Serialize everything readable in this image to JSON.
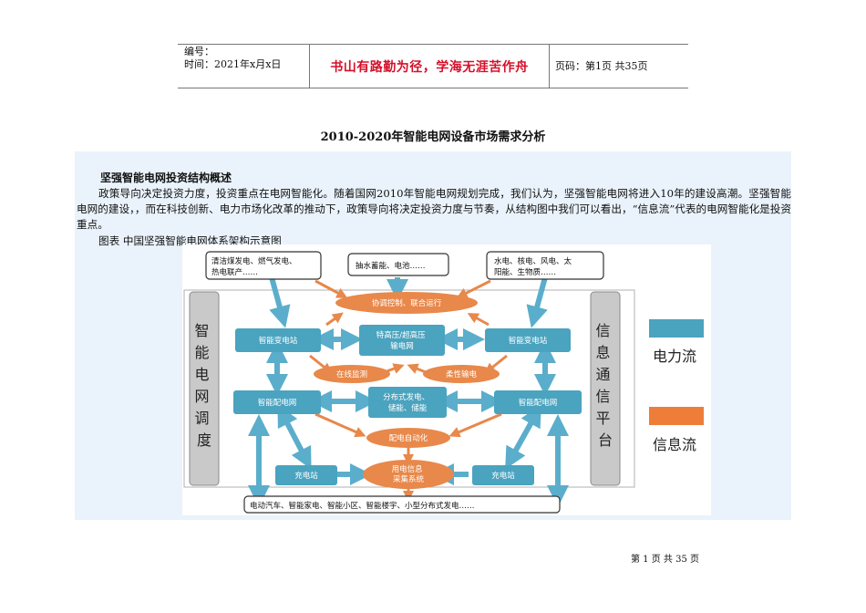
{
  "header": {
    "number_label": "编号：",
    "time_label": "时间：2021年x月x日",
    "motto": "书山有路勤为径，学海无涯苦作舟",
    "page_label": "页码：第1页 共35页"
  },
  "doc_title": "2010-2020年智能电网设备市场需求分析",
  "section": {
    "title": "坚强智能电网投资结构概述",
    "paragraph": "政策导向决定投资力度，投资重点在电网智能化。随着国网2010年智能电网规划完成，我们认为，坚强智能电网将进入10年的建设高潮。坚强智能电网的建设，，而在科技创新、电力市场化改革的推动下，政策导向将决定投资力度与节奏，从结构图中我们可以看出，“信息流”代表的电网智能化是投资重点。",
    "figure_caption": "图表  中国坚强智能电网体系架构示意图"
  },
  "diagram": {
    "top_left_box": "清洁煤发电、燃气发电、热电联产……",
    "top_mid_box": "抽水蓄能、电池……",
    "top_right_box": "水电、核电、风电、太阳能、生物质……",
    "oval_coordination": "协调控制、联合运行",
    "left_substation": "智能变电站",
    "center_transmission": "特高压/超高压输电网",
    "right_substation": "智能变电站",
    "oval_online": "在线监测",
    "oval_flexible": "柔性输电",
    "left_distribution": "智能配电网",
    "center_distributed": "分布式发电、储能、储能",
    "right_distribution": "智能配电网",
    "oval_automation": "配电自动化",
    "left_charging": "充电站",
    "oval_metering": "用电信息采集系统",
    "right_charging": "充电站",
    "bottom_box": "电动汽车、智能家电、智能小区、智能楼宇、小型分布式发电……",
    "left_pillar": "智能电网调度",
    "right_pillar": "信息通信平台"
  },
  "legend": {
    "power_flow": "电力流",
    "info_flow": "信息流",
    "power_color": "#4aa3bf",
    "info_color": "#ee7d3a"
  },
  "footer": "第 1 页 共 35 页"
}
